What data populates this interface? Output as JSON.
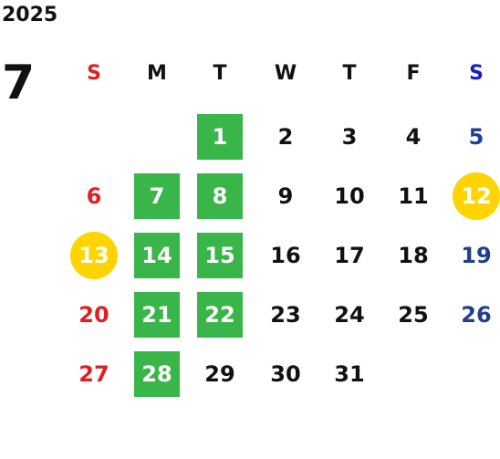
{
  "calendar": {
    "year": "2025",
    "month": "7",
    "weekdays": [
      "S",
      "M",
      "T",
      "W",
      "T",
      "F",
      "S"
    ],
    "days": [
      {
        "label": "1",
        "col": 2,
        "row": 0,
        "mark": "box"
      },
      {
        "label": "2",
        "col": 3,
        "row": 0,
        "mark": "none"
      },
      {
        "label": "3",
        "col": 4,
        "row": 0,
        "mark": "none"
      },
      {
        "label": "4",
        "col": 5,
        "row": 0,
        "mark": "none"
      },
      {
        "label": "5",
        "col": 6,
        "row": 0,
        "mark": "none"
      },
      {
        "label": "6",
        "col": 0,
        "row": 1,
        "mark": "none"
      },
      {
        "label": "7",
        "col": 1,
        "row": 1,
        "mark": "box"
      },
      {
        "label": "8",
        "col": 2,
        "row": 1,
        "mark": "box"
      },
      {
        "label": "9",
        "col": 3,
        "row": 1,
        "mark": "none"
      },
      {
        "label": "10",
        "col": 4,
        "row": 1,
        "mark": "none"
      },
      {
        "label": "11",
        "col": 5,
        "row": 1,
        "mark": "none"
      },
      {
        "label": "12",
        "col": 6,
        "row": 1,
        "mark": "circle"
      },
      {
        "label": "13",
        "col": 0,
        "row": 2,
        "mark": "circle"
      },
      {
        "label": "14",
        "col": 1,
        "row": 2,
        "mark": "box"
      },
      {
        "label": "15",
        "col": 2,
        "row": 2,
        "mark": "box"
      },
      {
        "label": "16",
        "col": 3,
        "row": 2,
        "mark": "none"
      },
      {
        "label": "17",
        "col": 4,
        "row": 2,
        "mark": "none"
      },
      {
        "label": "18",
        "col": 5,
        "row": 2,
        "mark": "none"
      },
      {
        "label": "19",
        "col": 6,
        "row": 2,
        "mark": "none"
      },
      {
        "label": "20",
        "col": 0,
        "row": 3,
        "mark": "none"
      },
      {
        "label": "21",
        "col": 1,
        "row": 3,
        "mark": "box"
      },
      {
        "label": "22",
        "col": 2,
        "row": 3,
        "mark": "box"
      },
      {
        "label": "23",
        "col": 3,
        "row": 3,
        "mark": "none"
      },
      {
        "label": "24",
        "col": 4,
        "row": 3,
        "mark": "none"
      },
      {
        "label": "25",
        "col": 5,
        "row": 3,
        "mark": "none"
      },
      {
        "label": "26",
        "col": 6,
        "row": 3,
        "mark": "none"
      },
      {
        "label": "27",
        "col": 0,
        "row": 4,
        "mark": "none"
      },
      {
        "label": "28",
        "col": 1,
        "row": 4,
        "mark": "box"
      },
      {
        "label": "29",
        "col": 2,
        "row": 4,
        "mark": "none"
      },
      {
        "label": "30",
        "col": 3,
        "row": 4,
        "mark": "none"
      },
      {
        "label": "31",
        "col": 4,
        "row": 4,
        "mark": "none"
      }
    ]
  },
  "colors": {
    "text": "#111111",
    "sunday": "#e02020",
    "saturday_header": "#1a1acc",
    "saturday": "#1f3f8f",
    "green_box": "#3ab54a",
    "yellow_circle": "#ffd400",
    "marked_text": "#ffffff"
  }
}
